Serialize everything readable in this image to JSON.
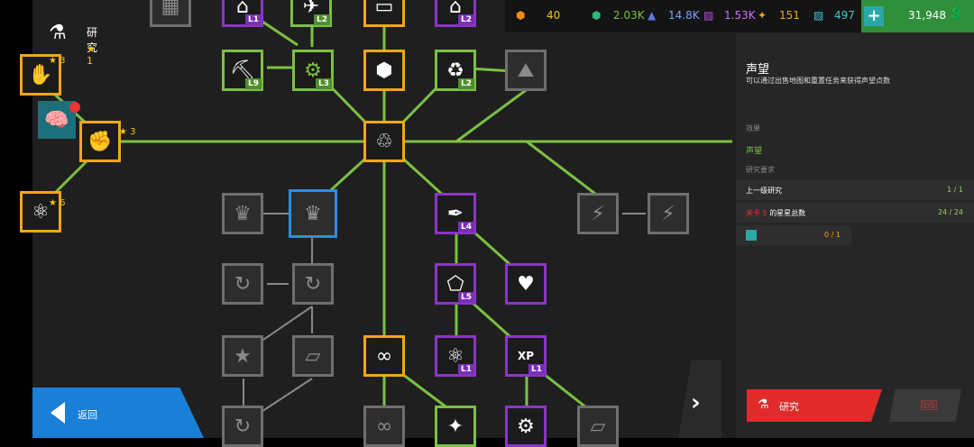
{
  "header": {
    "title": "研究",
    "stars": "1"
  },
  "resources": {
    "orange": "40",
    "green": "2.03K",
    "blue": "14.8K",
    "purple": "1.53K",
    "gold": "151",
    "teal": "497",
    "money": "31,948"
  },
  "left_stars": {
    "top": "3",
    "mid": "3",
    "bottom": "6"
  },
  "nodes": {
    "n1": "L1",
    "n2": "L2",
    "n3": "L2",
    "n4": "L9",
    "n5": "L3",
    "n6": "L2",
    "n7": "L4",
    "n8": "L5",
    "n9": "L1",
    "n10": "L1",
    "n11": "XP"
  },
  "panel": {
    "title": "声望",
    "desc": "可以通过出售地图和重置任务来获得声望点数",
    "sec_effect": "效果",
    "effect": "声望",
    "sec_req": "研究要求",
    "req1_label": "上一级研究",
    "req1_val": "1 / 1",
    "req2_prefix": "关卡",
    "req2_num": "5",
    "req2_label": "的星星总数",
    "req2_val": "24 / 24",
    "req3_val": "0 / 1",
    "research_btn": "研究"
  },
  "back": {
    "label": "返回"
  },
  "colors": {
    "green": "#7cc043",
    "orange": "#f3a61a",
    "purple": "#8a35c8",
    "gray": "#6f6f6f",
    "blue": "#2d8ee0",
    "red": "#e12a2a"
  }
}
